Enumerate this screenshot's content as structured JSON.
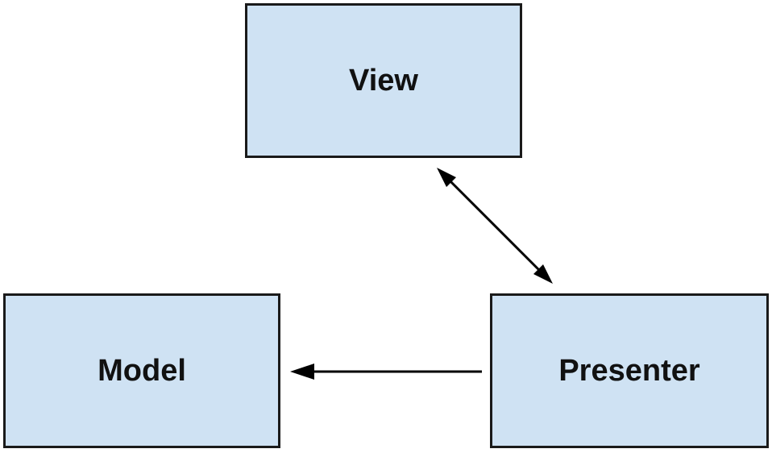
{
  "diagram": {
    "nodes": {
      "view": {
        "label": "View"
      },
      "model": {
        "label": "Model"
      },
      "presenter": {
        "label": "Presenter"
      }
    },
    "edges": [
      {
        "from": "View",
        "to": "Presenter",
        "direction": "bidirectional"
      },
      {
        "from": "Presenter",
        "to": "Model",
        "direction": "one-way"
      }
    ],
    "colors": {
      "node_fill": "#cfe2f3",
      "node_border": "#1a1a1a",
      "arrow": "#000000"
    }
  }
}
